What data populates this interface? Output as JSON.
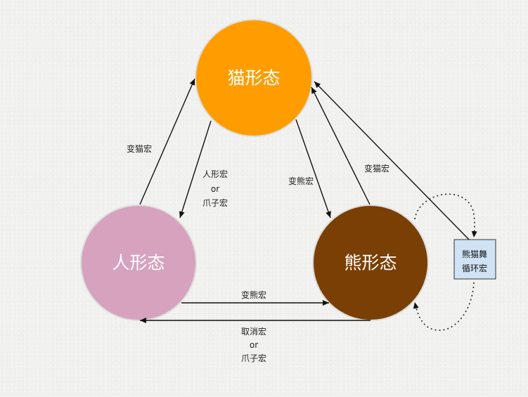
{
  "nodes": {
    "cat": {
      "label": "猫形态",
      "color": "#ff9d00"
    },
    "human": {
      "label": "人形态",
      "color": "#d6a2be"
    },
    "bear": {
      "label": "熊形态",
      "color": "#7a3f05"
    }
  },
  "edges": {
    "human_to_cat": "变猫宏",
    "cat_to_human": [
      "人形宏",
      "or",
      "爪子宏"
    ],
    "cat_to_bear": "变熊宏",
    "bear_to_cat": "变猫宏",
    "human_to_bear": "变熊宏",
    "bear_to_human": [
      "取消宏",
      "or",
      "爪子宏"
    ]
  },
  "loop_box": {
    "lines": [
      "熊猫舞",
      "循环宏"
    ],
    "fill": "#cfe3f5"
  }
}
